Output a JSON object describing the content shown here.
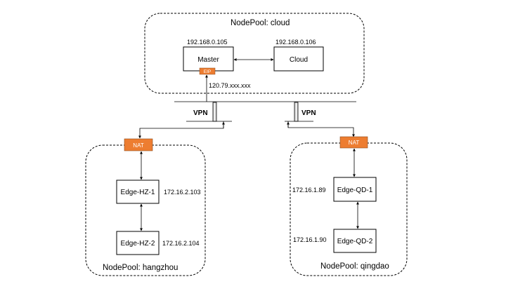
{
  "pools": {
    "cloud": "NodePool: cloud",
    "hangzhou": "NodePool: hangzhou",
    "qingdao": "NodePool: qingdao"
  },
  "nodes": {
    "master": "Master",
    "cloud": "Cloud",
    "edge_hz_1": "Edge-HZ-1",
    "edge_hz_2": "Edge-HZ-2",
    "edge_qd_1": "Edge-QD-1",
    "edge_qd_2": "Edge-QD-2"
  },
  "ips": {
    "master": "192.168.0.105",
    "cloud": "192.168.0.106",
    "eip": "120.79.xxx.xxx",
    "edge_hz_1": "172.16.2.103",
    "edge_hz_2": "172.16.2.104",
    "edge_qd_1": "172.16.1.89",
    "edge_qd_2": "172.16.1.90"
  },
  "tags": {
    "eip": "EIP",
    "nat_hz": "NAT",
    "nat_qd": "NAT"
  },
  "vpn": {
    "left": "VPN",
    "right": "VPN"
  },
  "colors": {
    "orange": "#ED7D31",
    "line": "#000000"
  }
}
